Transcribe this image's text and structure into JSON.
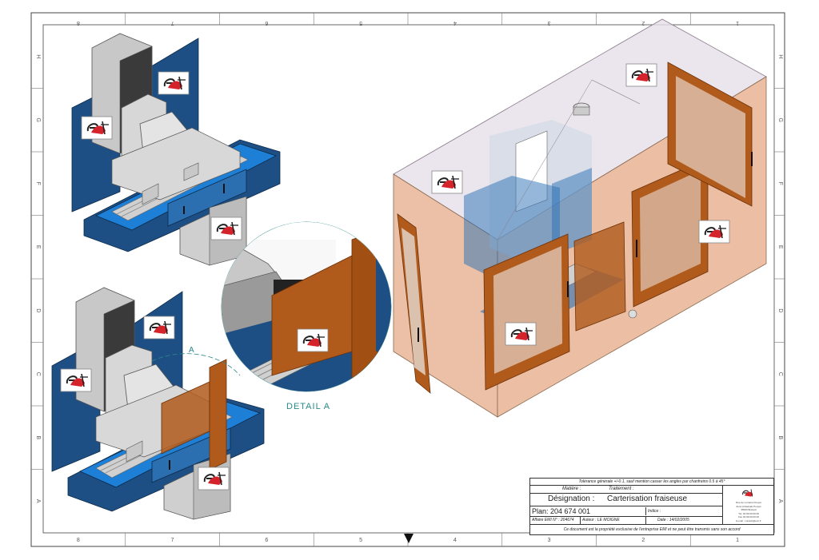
{
  "sheet": {
    "column_labels_top": [
      "8",
      "7",
      "6",
      "5",
      "4",
      "3",
      "2",
      "1"
    ],
    "column_labels_bottom": [
      "8",
      "7",
      "6",
      "5",
      "4",
      "3",
      "2",
      "1"
    ],
    "row_labels": [
      "H",
      "G",
      "F",
      "E",
      "D",
      "C",
      "B",
      "A"
    ]
  },
  "views": {
    "detail_marker": "A",
    "detail_caption": "DETAIL A"
  },
  "title_block": {
    "tolerance": "Tolérance générale +/-0.1, sauf mention casser les angles par chanfreins 0.5 à 45°",
    "matiere_label": "Matière :",
    "traitement_label": "Traitement :",
    "designation_label": "Désignation :",
    "designation_value": "Carterisation fraiseuse",
    "plan": "Plan: 204 674 001",
    "indice_label": "Indice :",
    "affaire": "Affaire EMI N° : 204674",
    "auteur": "Auteur : LE MOIGNE",
    "date": "Date : 14/02/2005",
    "company_lines": [
      "Rue de Lorraine Pouyet",
      "Zone Artisanale Pouyet",
      "35000 Bréteuil",
      "Tél. 02.99.00.00.00",
      "Fax 02.99.00.00.00",
      "E-mail : contact@emi.fr"
    ],
    "footer": "Ce document est la propriété exclusive de l'entreprise EMI et ne peut être transmis sans son accord"
  },
  "colors": {
    "blue_panel": "#1e4f84",
    "accent_blue": "#1d7fd6",
    "wood": "#b05a1b",
    "cabin": "#e7b596",
    "frame": "#555555"
  },
  "icons": [
    "company-logo-icon",
    "revision-triangle-icon"
  ]
}
